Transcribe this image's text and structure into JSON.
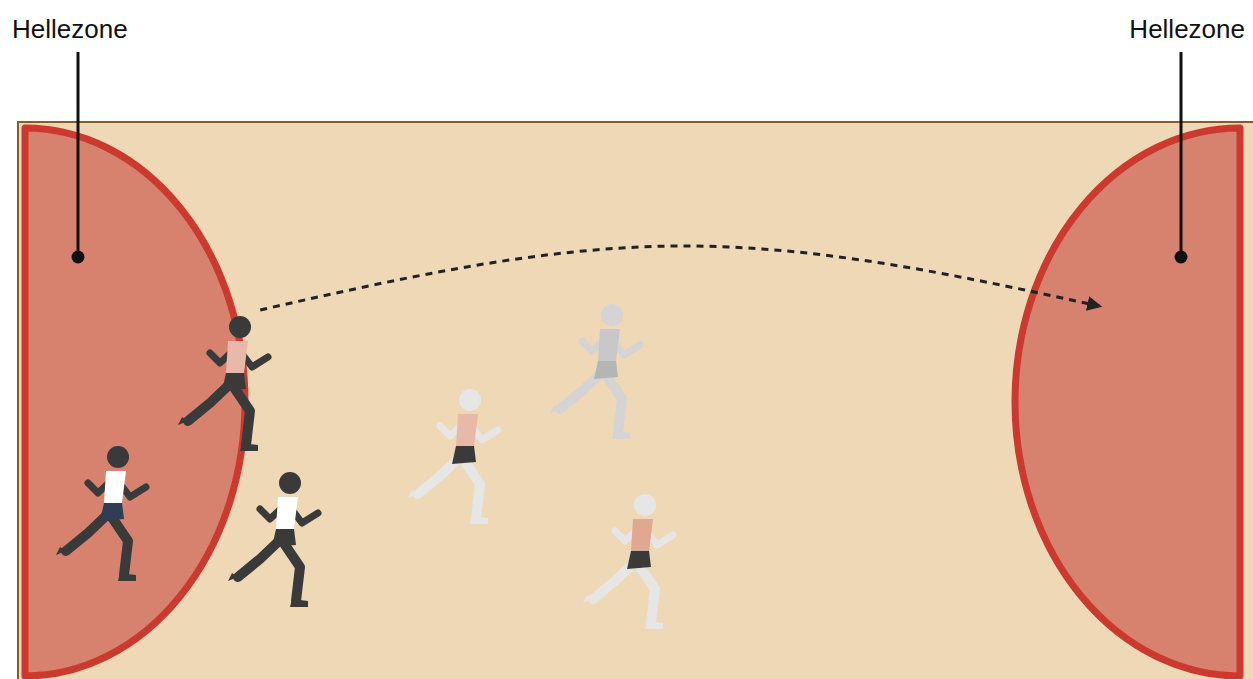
{
  "diagram": {
    "nodes": [
      {
        "text": [
          "Hellezone"
        ]
      },
      {
        "text": [
          "Hellezone"
        ]
      }
    ],
    "edges": [
      {
        "from": 0,
        "to": 1,
        "arrow": "to"
      }
    ]
  }
}
